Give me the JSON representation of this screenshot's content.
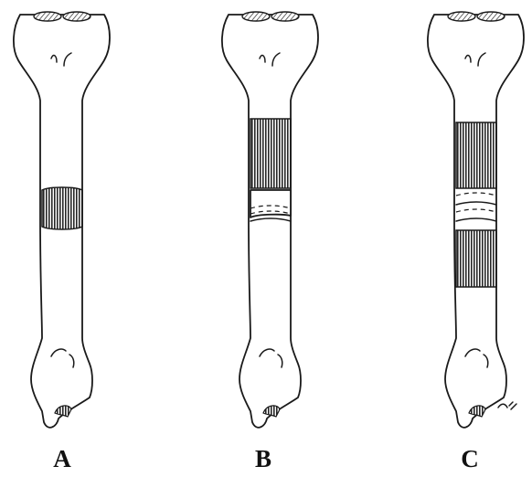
{
  "figure": {
    "panels": [
      {
        "id": "A",
        "label": "A",
        "description_key": "single-band"
      },
      {
        "id": "B",
        "label": "B",
        "description_key": "band-with-gap"
      },
      {
        "id": "C",
        "label": "C",
        "description_key": "two-bands-with-gap"
      }
    ]
  },
  "colors": {
    "ink": "#1a1a1a",
    "background": "#ffffff"
  }
}
